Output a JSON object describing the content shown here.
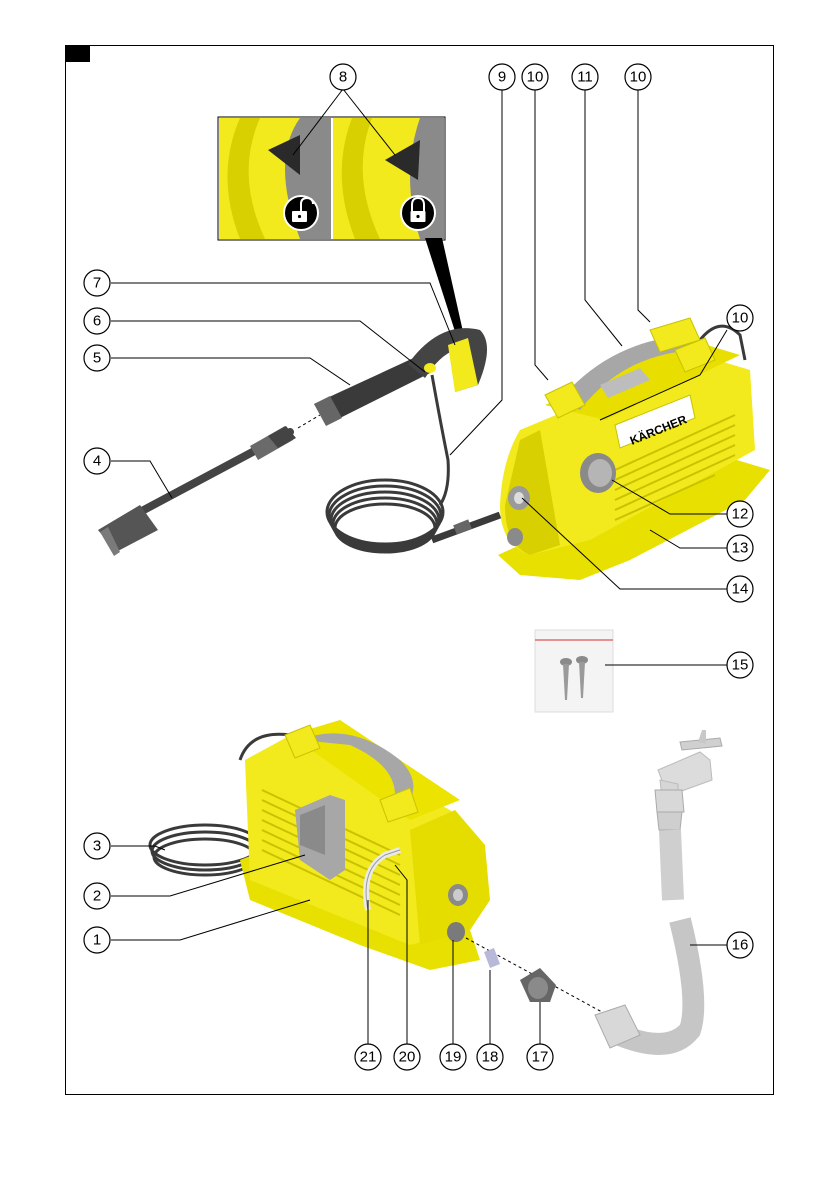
{
  "brand": "KÄRCHER",
  "colors": {
    "body_yellow": "#f2ea1c",
    "body_shadow": "#c9c200",
    "hose_dark": "#3a3a3a",
    "part_grey": "#a7a7a7",
    "inset_bg": "#ffffff",
    "inset_grey": "#555555"
  },
  "icons": [
    "unlock-icon",
    "lock-icon",
    "water-tap-icon",
    "screw-icon"
  ],
  "callouts": [
    "1",
    "2",
    "3",
    "4",
    "5",
    "6",
    "7",
    "8",
    "9",
    "10",
    "11",
    "10",
    "10",
    "12",
    "13",
    "14",
    "15",
    "16",
    "17",
    "18",
    "19",
    "20",
    "21"
  ]
}
